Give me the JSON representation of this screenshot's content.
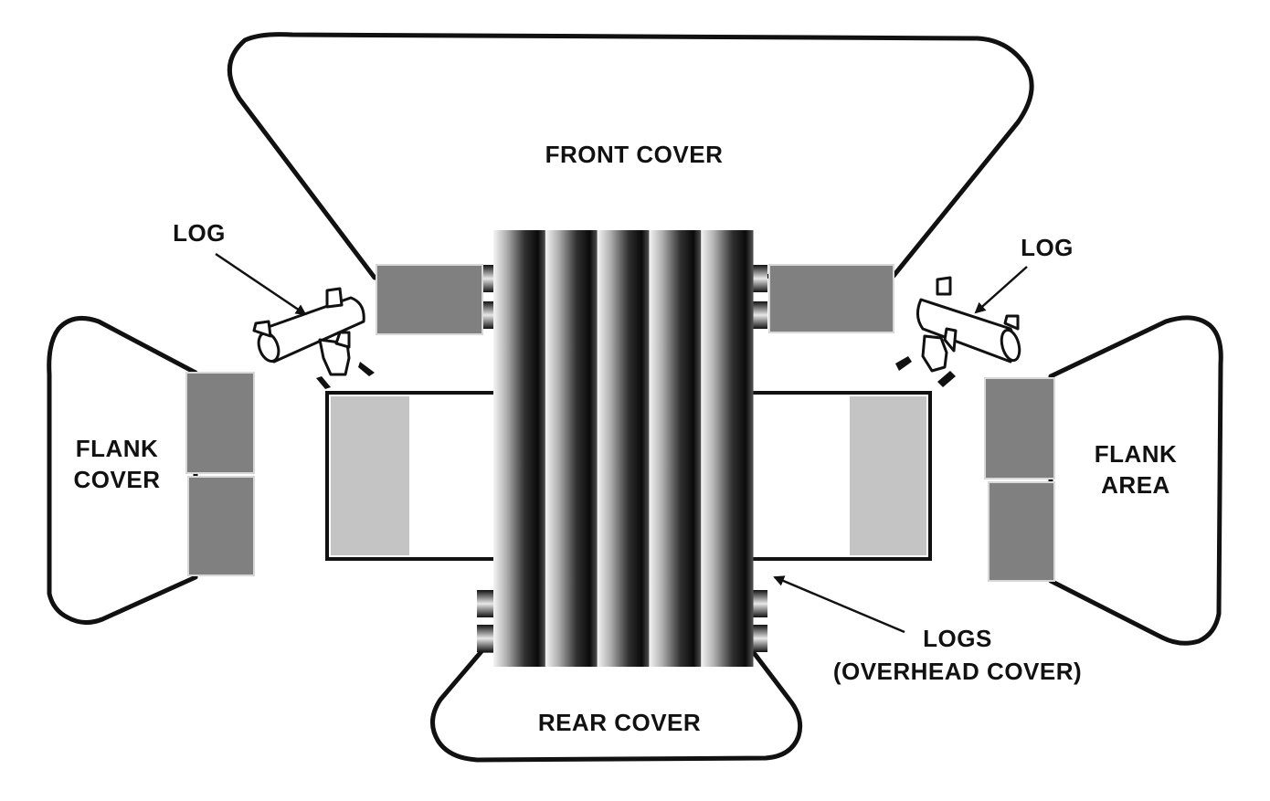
{
  "labels": {
    "front_cover": "FRONT COVER",
    "rear_cover": "REAR COVER",
    "flank_cover_left_line1": "FLANK",
    "flank_cover_left_line2": "COVER",
    "flank_area_right_line1": "FLANK",
    "flank_area_right_line2": "AREA",
    "log_left": "LOG",
    "log_right": "LOG",
    "logs_overhead_line1": "LOGS",
    "logs_overhead_line2": "(OVERHEAD COVER)"
  },
  "colors": {
    "outline": "#111111",
    "sandbag": "#808080",
    "pit_end": "#c4c4c4",
    "background": "#ffffff"
  },
  "overhead_log_count": 5
}
